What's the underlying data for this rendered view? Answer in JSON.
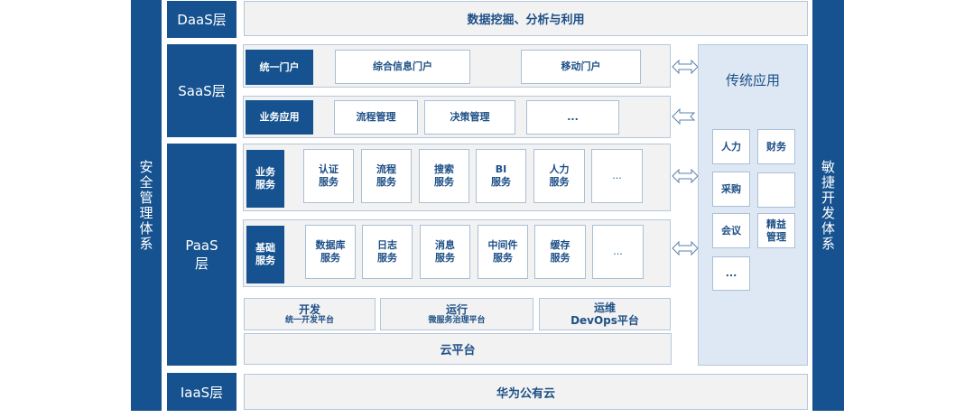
{
  "left_bar": {
    "label": "安全管理体系"
  },
  "right_bar": {
    "label": "敏捷开发体系"
  },
  "layers": {
    "daas": {
      "label": "DaaS层",
      "content": "数据挖掘、分析与利用"
    },
    "saas": {
      "label": "SaaS层",
      "rows": [
        {
          "category": "统一门户",
          "items": [
            "综合信息门户",
            "移动门户"
          ],
          "arrow": "double"
        },
        {
          "category": "业务应用",
          "items": [
            "流程管理",
            "决策管理",
            "..."
          ],
          "arrow": "left"
        }
      ]
    },
    "paas": {
      "label": "PaaS\n层",
      "rows": [
        {
          "category": "业务\n服务",
          "items": [
            "认证\n服务",
            "流程\n服务",
            "搜索\n服务",
            "BI\n服务",
            "人力\n服务",
            "..."
          ],
          "arrow": "double"
        },
        {
          "category": "基础\n服务",
          "items": [
            "数据库\n服务",
            "日志\n服务",
            "消息\n服务",
            "中间件\n服务",
            "缓存\n服务",
            "..."
          ],
          "arrow": "double"
        }
      ],
      "platforms": [
        {
          "title": "开发",
          "subtitle": "统一开发平台"
        },
        {
          "title": "运行",
          "subtitle": "微服务治理平台"
        },
        {
          "title": "运维",
          "subtitle": "DevOps平台"
        }
      ],
      "cloud_platform": "云平台"
    },
    "iaas": {
      "label": "IaaS层",
      "content": "华为公有云"
    }
  },
  "legacy_apps": {
    "title": "传统应用",
    "items": [
      "人力",
      "财务",
      "采购",
      "",
      "会议",
      "精益\n管理",
      "..."
    ]
  },
  "colors": {
    "navy": "#15528f",
    "panel": "#f2f2f2",
    "legacy": "#dde8f4",
    "text": "#1d4f86",
    "border": "#b4c7dc"
  }
}
